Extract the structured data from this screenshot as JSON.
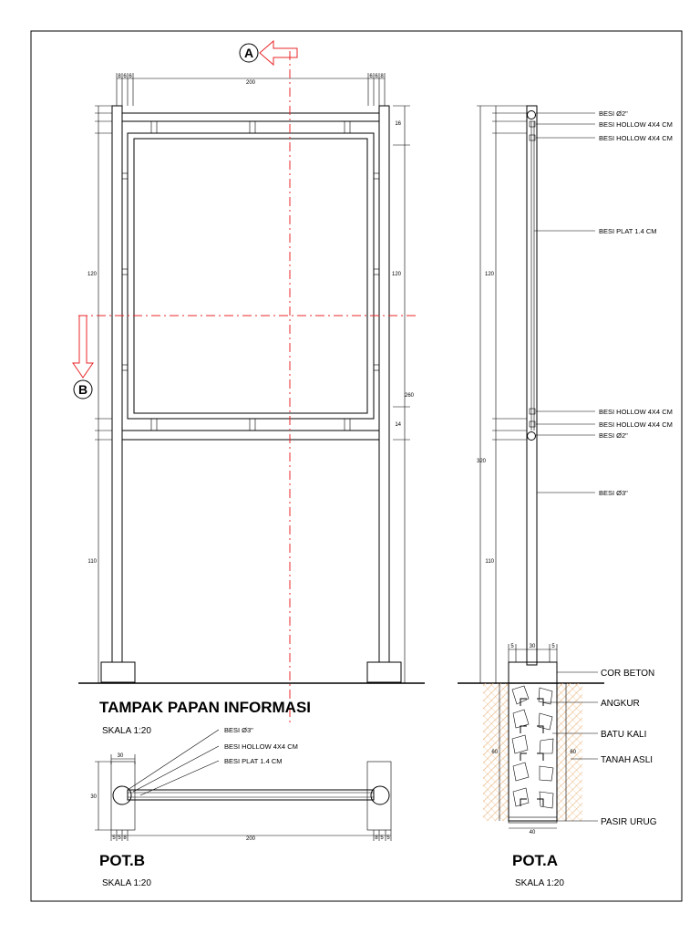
{
  "elevation": {
    "title": "TAMPAK PAPAN INFORMASI",
    "scale": "SKALA 1:20",
    "dims": {
      "top_width": "200",
      "top_small": [
        "8",
        "6",
        "6"
      ],
      "top_small_right": [
        "6",
        "6",
        "8"
      ],
      "board_height_left": "120",
      "board_height_right": "120",
      "leg_height": "110",
      "top_rail_right": "16",
      "bottom_rail_right": "14",
      "total_right": "260"
    },
    "section_markers": {
      "a": "A",
      "b": "B"
    }
  },
  "pot_a": {
    "title": "POT.A",
    "scale": "SKALA 1:20",
    "labels": [
      "BESI Ø2\"",
      "BESI HOLLOW 4X4 CM",
      "BESI HOLLOW 4X4 CM",
      "BESI PLAT 1.4 CM",
      "BESI HOLLOW 4X4 CM",
      "BESI HOLLOW 4X4 CM",
      "BESI Ø2\"",
      "BESI Ø3\""
    ],
    "foundation_labels": [
      "COR BETON",
      "ANGKUR",
      "BATU KALI",
      "TANAH ASLI",
      "PASIR URUG"
    ],
    "dims": {
      "board": "120",
      "total": "320",
      "leg": "110",
      "found_left": "60",
      "found_right": "60",
      "found_width": "40",
      "top_small": [
        "5",
        "30",
        "5"
      ]
    }
  },
  "pot_b": {
    "title": "POT.B",
    "scale": "SKALA 1:20",
    "labels": [
      "BESI Ø3\"",
      "BESI HOLLOW 4X4 CM",
      "BESI PLAT 1.4 CM"
    ],
    "dims": {
      "post": "30",
      "depth": "30",
      "width": "200",
      "small_left": [
        "5",
        "5",
        "8"
      ],
      "small_right": [
        "8",
        "5",
        "5"
      ]
    }
  }
}
